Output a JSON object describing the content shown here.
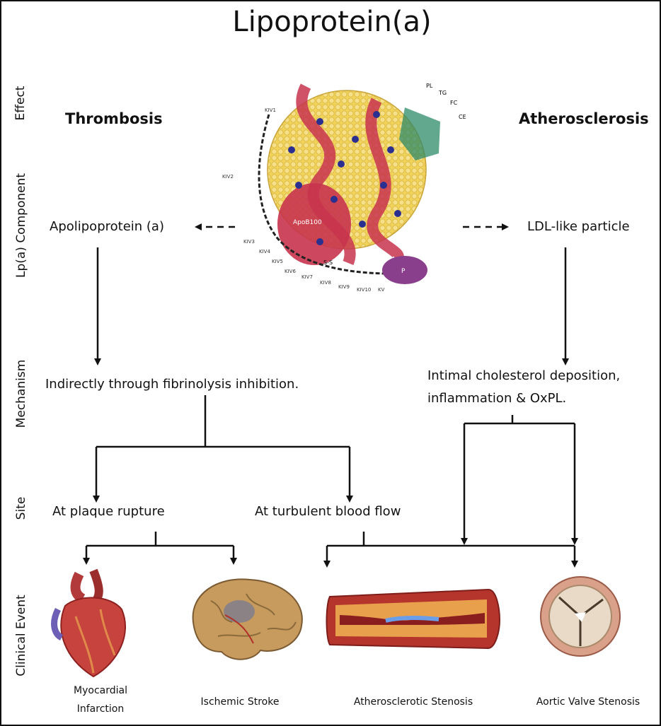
{
  "title": "Lipoprotein(a)",
  "row_labels": {
    "effect": "Effect",
    "component": "Lp(a) Component",
    "mechanism": "Mechanism",
    "site": "Site",
    "clinical_event": "Clinical Event"
  },
  "effects": {
    "left": "Thrombosis",
    "right": "Atherosclerosis"
  },
  "components": {
    "left": "Apolipoprotein (a)",
    "right": "LDL-like particle"
  },
  "mechanisms": {
    "left": "Indirectly through fibrinolysis inhibition.",
    "right_line1": "Intimal cholesterol deposition,",
    "right_line2": "inflammation & OxPL."
  },
  "sites": {
    "left": "At plaque rupture",
    "right": "At turbulent blood flow"
  },
  "events": {
    "mi_line1": "Myocardial",
    "mi_line2": "Infarction",
    "stroke": "Ischemic Stroke",
    "athero": "Atherosclerotic Stenosis",
    "aortic": "Aortic Valve Stenosis"
  },
  "particle_labels": {
    "pl": "PL",
    "tg": "TG",
    "fc": "FC",
    "ce": "CE",
    "apob": "ApoB100",
    "p": "P",
    "ss": "S-S",
    "kiv1": "KIV1",
    "kiv2": "KIV2",
    "kiv3": "KIV3",
    "kiv4": "KIV4",
    "kiv5": "KIV5",
    "kiv6": "KIV6",
    "kiv7": "KIV7",
    "kiv8": "KIV8",
    "kiv9": "KIV9",
    "kiv10": "KIV10",
    "kv": "KV"
  },
  "colors": {
    "particle_yellow": "#f2d35a",
    "apob_red": "#c8344e",
    "apo_p_purple": "#8a3f8c",
    "ball_blue": "#2b2f8f"
  }
}
